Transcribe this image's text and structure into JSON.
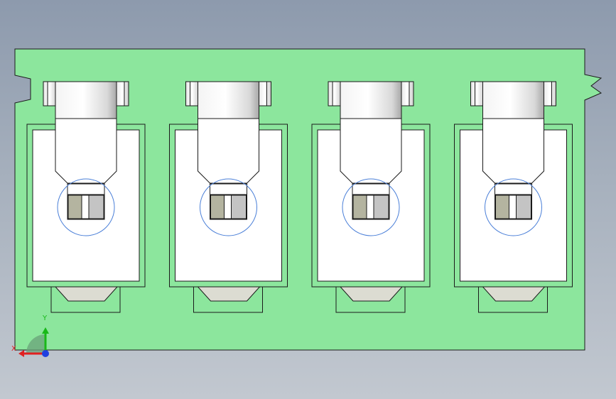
{
  "colors": {
    "background_top": "#8d9aad",
    "background_bottom": "#c2c8d0",
    "board": "#8ce69d",
    "edge": "#1a1a1a",
    "housing": "#ffffff",
    "terminal_dark": "#b4b4a0",
    "terminal_light": "#c4c4c4",
    "tab": "#dcdcd2",
    "circle": "#4a7fd8",
    "axis_x": "#e02020",
    "axis_y": "#18b818",
    "axis_z": "#2040e0"
  },
  "connector": {
    "count": 4
  },
  "triad": {
    "x_label": "X",
    "y_label": "Y"
  }
}
